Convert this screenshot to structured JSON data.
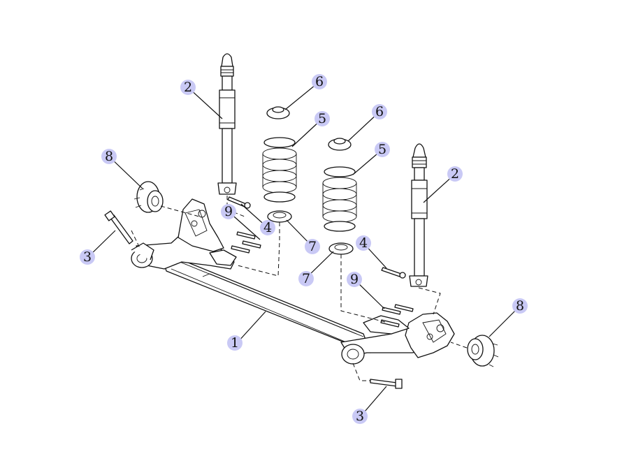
{
  "colors": {
    "callout": "#c9c9f5",
    "line": "#111111",
    "background": "#ffffff"
  },
  "callouts": [
    {
      "label": "1"
    },
    {
      "label": "2"
    },
    {
      "label": "2"
    },
    {
      "label": "3"
    },
    {
      "label": "3"
    },
    {
      "label": "4"
    },
    {
      "label": "4"
    },
    {
      "label": "5"
    },
    {
      "label": "5"
    },
    {
      "label": "6"
    },
    {
      "label": "6"
    },
    {
      "label": "7"
    },
    {
      "label": "7"
    },
    {
      "label": "8"
    },
    {
      "label": "8"
    },
    {
      "label": "9"
    },
    {
      "label": "9"
    }
  ]
}
